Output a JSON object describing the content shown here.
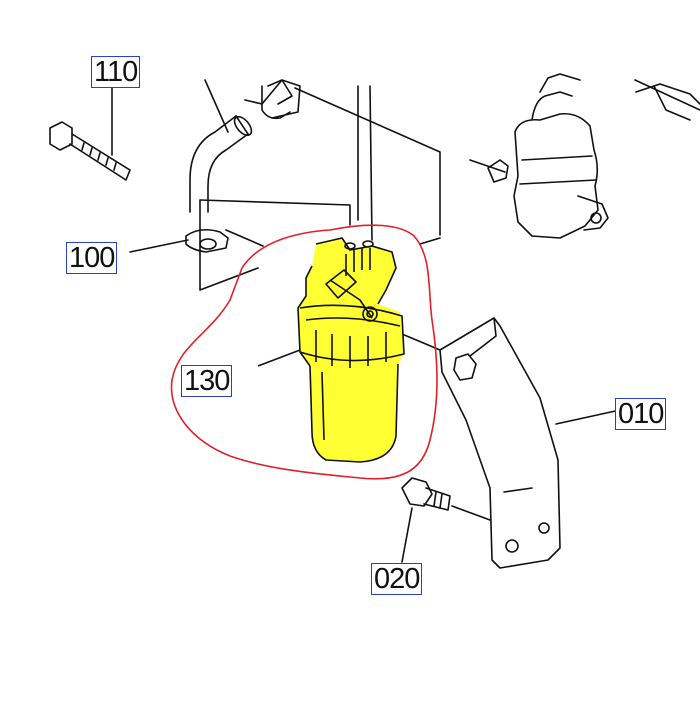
{
  "callouts": {
    "part_110": "110",
    "part_100": "100",
    "part_130": "130",
    "part_010": "010",
    "part_020": "020"
  },
  "colors": {
    "highlight": "#ffff33",
    "outline": "#e0202a",
    "label_box": "#2a3fc9",
    "linework": "#111111"
  }
}
